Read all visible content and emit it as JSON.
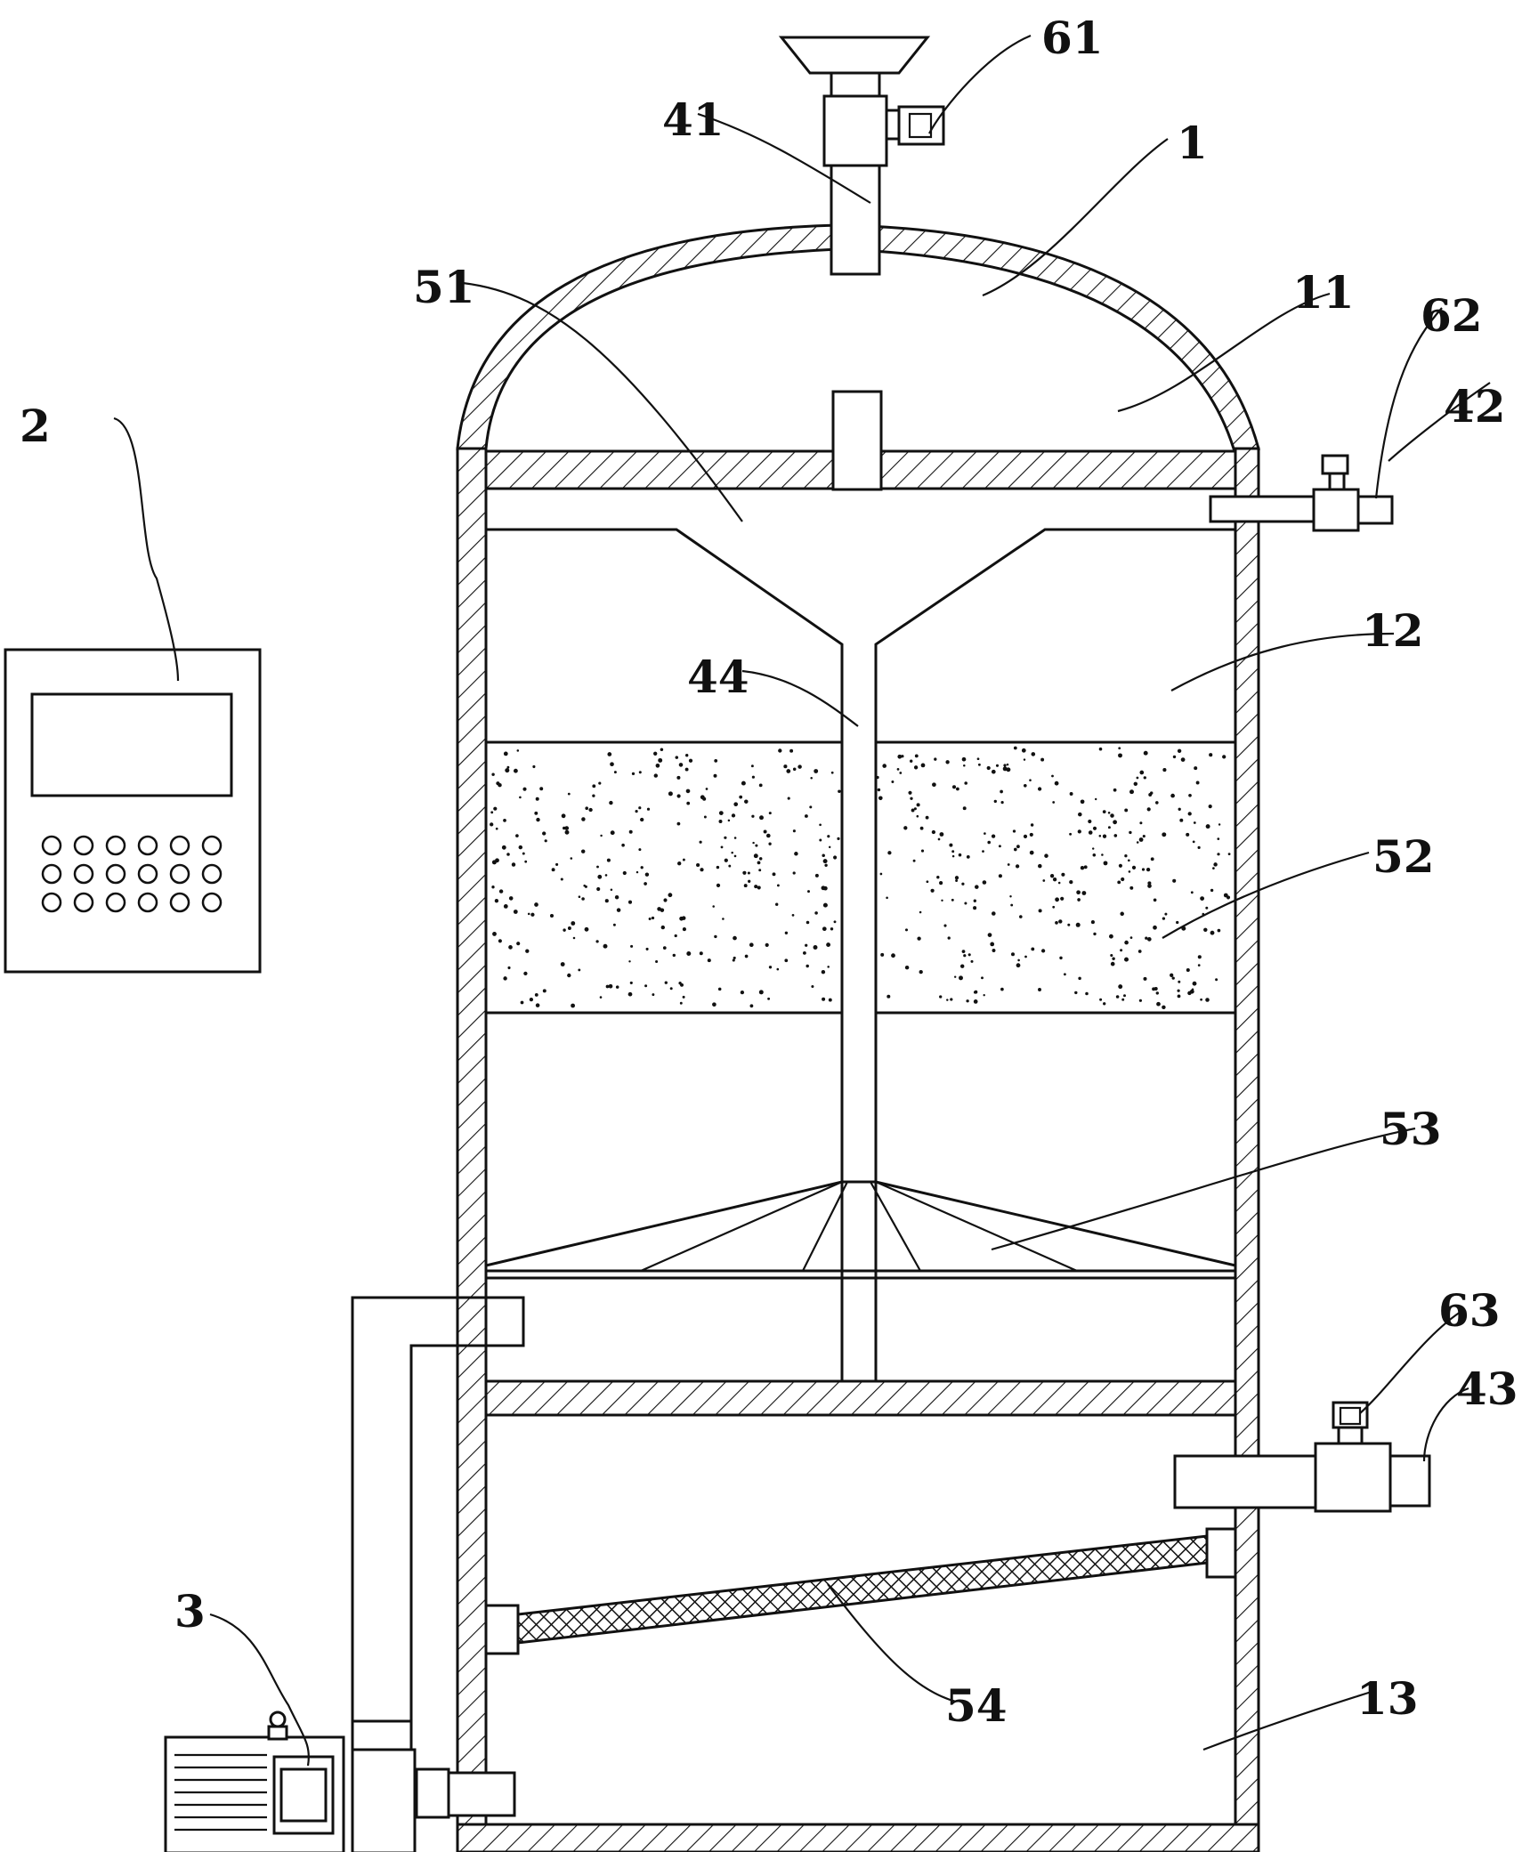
{
  "labels": {
    "vessel": "1",
    "controller": "2",
    "pump": "3",
    "top_chamber": "11",
    "middle_chamber": "12",
    "bottom_chamber": "13",
    "feed_inlet": "41",
    "side_outlet_upper": "42",
    "side_outlet_lower": "43",
    "central_pipe": "44",
    "distributor": "51",
    "filter_media": "52",
    "cone_diffuser": "53",
    "mesh_screen": "54",
    "valve_top": "61",
    "valve_upper": "62",
    "valve_lower": "63"
  },
  "colors": {
    "line": "#111111",
    "background": "#ffffff"
  }
}
